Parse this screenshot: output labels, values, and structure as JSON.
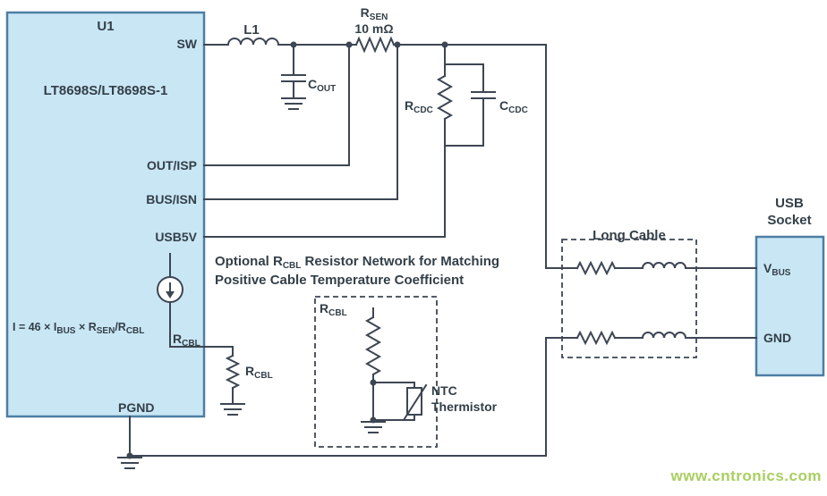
{
  "ic": {
    "ref": "U1",
    "part": "LT8698S/LT8698S-1",
    "pins": {
      "sw": "SW",
      "out_isp": "OUT/ISP",
      "bus_isn": "BUS/ISN",
      "usb5v": "USB5V",
      "rcbl_base": "R",
      "rcbl_sub": "CBL",
      "pgnd": "PGND"
    },
    "formula": {
      "p1": "I = 46 × I",
      "s1": "BUS",
      "p2": " × R",
      "s2": "SEN",
      "p3": "/R",
      "s3": "CBL"
    }
  },
  "components": {
    "l1": "L1",
    "cout_base": "C",
    "cout_sub": "OUT",
    "rsen_base": "R",
    "rsen_sub": "SEN",
    "rsen_value": "10 mΩ",
    "rcdc_base": "R",
    "rcdc_sub": "CDC",
    "ccdc_base": "C",
    "ccdc_sub": "CDC",
    "rcbl_ext_base": "R",
    "rcbl_ext_sub": "CBL",
    "rcbl_net_base": "R",
    "rcbl_net_sub": "CBL",
    "ntc_line1": "NTC",
    "ntc_line2": "Thermistor"
  },
  "note": {
    "line1_p1": "Optional R",
    "line1_s1": "CBL",
    "line1_p2": " Resistor Network for Matching",
    "line2": "Positive Cable Temperature Coefficient"
  },
  "cable": {
    "label": "Long Cable"
  },
  "usb_socket": {
    "title_line1": "USB",
    "title_line2": "Socket",
    "vbus_base": "V",
    "vbus_sub": "BUS",
    "gnd": "GND"
  },
  "watermark": "www.cntronics.com",
  "colors": {
    "block_fill": "#c9e6f5",
    "block_border": "#4d7ea3",
    "wire": "#3d4653",
    "text": "#333f48",
    "watermark": "#a8cf60"
  }
}
